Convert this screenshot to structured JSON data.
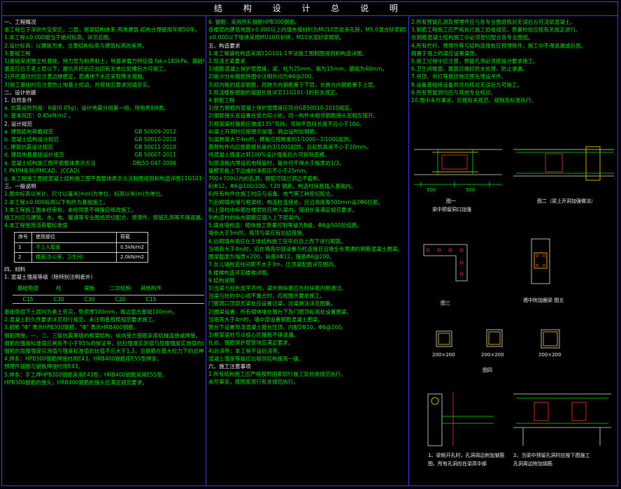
{
  "title": "结 构 设 计 总 说 明",
  "col1": [
    {
      "t": "h",
      "text": "一、工程概况"
    },
    {
      "t": "g",
      "text": "  本工程位于深圳市宝安区，二层，框架结构体系 丙类建筑 结构合理使用年限50年。"
    },
    {
      "t": "g",
      "text": "  1.本工程±0.000相当于绝对标高，详见总图。"
    },
    {
      "t": "g",
      "text": "  2.设计标高：以建施为准，注意结构标高与建筑标高的差异。"
    },
    {
      "t": "g",
      "text": "  3.基础工程"
    },
    {
      "t": "g",
      "text": "    1)基础采用独立柱基础，持力层为粉质粘土，地基承载力特征值 fak=180kPa，基础埋深详见基础图。"
    },
    {
      "t": "g",
      "text": "      基底应位于老土层以下，基坑开挖后应会同有关单位验槽后方可施工。"
    },
    {
      "t": "g",
      "text": "    2)开挖基坑时应注意边坡稳定，若遇地下水应采取降水措施。"
    },
    {
      "t": "g",
      "text": "    3)施工基础时应注意防止地基土扰动，并按规范要求回填夯实。"
    },
    {
      "t": "h",
      "text": "二、设计依据"
    },
    {
      "t": "w",
      "text": "  1. 自然条件"
    },
    {
      "t": "g",
      "text": "    a. 抗震设防烈度：6度(0.05g)，设计地震分组第一组，场地类别Ⅱ类。"
    },
    {
      "t": "g",
      "text": "    b. 基本风压：0.45kN/m2 。"
    },
    {
      "t": "w",
      "text": "  2. 设计规范"
    },
    {
      "t": "s",
      "a": "    a. 建筑结构荷载规范",
      "b": "GB 50009-2012"
    },
    {
      "t": "s",
      "a": "    b. 混凝土结构设计规范",
      "b": "GB 50010-2010"
    },
    {
      "t": "s",
      "a": "    c. 建筑抗震设计规范",
      "b": "GB 50011-2010"
    },
    {
      "t": "s",
      "a": "    d. 建筑地基基础设计规范",
      "b": "GB 50007-2011"
    },
    {
      "t": "s",
      "a": "    e. 混凝土结构施工图平面整体表示方法",
      "b": "DBJ50-047-2006"
    },
    {
      "t": "g",
      "text": "    f. PKPM系列(PMCAD、JCCAD)"
    },
    {
      "t": "g",
      "text": "    g. 本工程施工图按混凝土结构施工图平面整体表示方法制图规则和构造详图11G101-1。"
    },
    {
      "t": "h",
      "text": "三、一般说明"
    },
    {
      "t": "g",
      "text": "  1.图中标高以米计，尺寸以毫米(mm)为单位，标高以米(m)为单位。"
    },
    {
      "t": "g",
      "text": "  2.本工程±0.000标高以下构件为基础施工。"
    },
    {
      "t": "g",
      "text": "  3.本工程施工图未经审批，未经同意不得擅自修改施工。"
    },
    {
      "t": "g",
      "text": "    施工时应与建筑、水、电、暖通等专业图纸密切配合，预埋件、预留孔洞等不得遗漏。"
    },
    {
      "t": "g",
      "text": "  4.本工程使用活荷载标准值"
    }
  ],
  "load_table": {
    "header": [
      "序号",
      "使用部位",
      "荷载"
    ],
    "rows": [
      [
        "1",
        "不上人屋面",
        "0.5kN/m2"
      ],
      [
        "2",
        "楼面(办公室、卫生间)",
        "2.0kN/m2"
      ]
    ]
  },
  "col1b": [
    {
      "t": "h",
      "text": "四、材料"
    },
    {
      "t": "w",
      "text": "  1. 混凝土强度等级（除特别注明者外）"
    }
  ],
  "material": {
    "labels": [
      "基础垫层",
      "柱",
      "梁板",
      "二次结构",
      "其他构件"
    ],
    "values": [
      "C15",
      "C30",
      "C30",
      "C20",
      "C15"
    ]
  },
  "col1c": [
    {
      "t": "g",
      "text": "  基础垫层下土层均为素土夯实，垫层厚100mm，每边宽出基础100mm。"
    },
    {
      "t": "g",
      "text": "  2.混凝土耐久性要求详见现行规范，未注明者按照规范要求施工。"
    },
    {
      "t": "g",
      "text": "  3.钢筋 \"Φ\" 表示HPB300钢筋，\"Φ\" 表示HRB400钢筋。"
    },
    {
      "t": "g",
      "text": "  钢筋焊接，一、二、三级抗震等级的框架结构，纵向受力钢筋采用机械连接或焊接。"
    },
    {
      "t": "g",
      "text": "  钢筋的强度标准值应具有不小于95%的保证率，抗拉强度实测值与屈服强度实测值的比值不应小于1.25。"
    },
    {
      "t": "g",
      "text": "  钢筋的屈服强度实测值与强度标准值的比值不应大于1.3，且钢筋在最大拉力下的总伸长率实测值不应小于9%。"
    },
    {
      "t": "g",
      "text": "  4.焊条：HPB300钢筋焊接时用E43，HRB400钢筋用E55型焊条。"
    },
    {
      "t": "g",
      "text": "  预埋件锚筋与钢板焊接时用E43。"
    },
    {
      "t": "g",
      "text": "  5.焊条：手工焊HPB300钢筋采用E43型，HRB400钢筋采用E55型。"
    },
    {
      "t": "g",
      "text": "    HPB300钢筋的接头，HRB400钢筋的接头应满足规范要求。"
    }
  ],
  "col2": [
    {
      "t": "g",
      "text": "6. 钢筋：采用热轧钢筋HPB300钢筋。"
    },
    {
      "t": "g",
      "text": "  各楼层的建筑地面±0.000以上的填充墙材料为MU10页岩多孔砖，M5.0混合砂浆砌筑。"
    },
    {
      "t": "g",
      "text": "  ±0.000以下墙体采用MU10灰砂砖，M10水泥砂浆砌筑。"
    },
    {
      "t": "h",
      "text": "五、构造要求"
    },
    {
      "t": "g",
      "text": "  1.本工程梁柱构造采用11G101-1平法施工图制图规则和构造详图。"
    },
    {
      "t": "g",
      "text": "  2.现浇主梁要求"
    },
    {
      "t": "g",
      "text": "    1)钢筋混凝土保护层厚度，梁、柱为25mm，板为15mm，基础为40mm。"
    },
    {
      "t": "g",
      "text": "    2)板中分布钢筋除图中注明外均为Φ6@200。"
    },
    {
      "t": "g",
      "text": "    3)双向板的底部钢筋，短跨方向钢筋置于下层，长跨方向钢筋置于上层。"
    },
    {
      "t": "g",
      "text": "  3.现浇楼板钢筋的锚固长度详见11G101-1的有关规定。"
    },
    {
      "t": "g",
      "text": "  4.钢筋工程"
    },
    {
      "t": "g",
      "text": "    1)受力钢筋的混凝土保护层厚度应符合GB50010-2010规定。"
    },
    {
      "t": "g",
      "text": "    2)钢筋接头宜设置在受力较小处，同一构件中相邻钢筋接头宜相互错开。"
    },
    {
      "t": "g",
      "text": "    3)框架梁柱箍筋应做成135°弯钩，弯钩平直段长度不应小于10d。"
    },
    {
      "t": "g",
      "text": "    4)梁上开洞时应按图示加强，洞边设附加钢筋。"
    },
    {
      "t": "g",
      "text": "    5)梁跨度大于4m时，模板应按跨度的1/1000~3/1000起拱。"
    },
    {
      "t": "g",
      "text": "      悬臂构件均应按悬臂长度的3/1000起拱，且起拱高度不小于20mm。"
    },
    {
      "t": "g",
      "text": "      待混凝土强度达到100%设计强度后方可拆除底模。"
    },
    {
      "t": "g",
      "text": "    5)现浇板内埋设机电暗管时，管外径不得大于板厚的1/3。"
    },
    {
      "t": "g",
      "text": "      管壁至板上下边缘的净距应不小于25mm。"
    },
    {
      "t": "g",
      "text": "      700×700以内的孔洞，钢筋可绕过洞边不截断。"
    },
    {
      "t": "g",
      "text": "    6)Φ12，Φ6@100/200，f.20 钢筋，构造柱纵筋插入基础内。"
    },
    {
      "t": "g",
      "text": "    6)所有构件在施工时应与设备、电气等工种密切配合。"
    },
    {
      "t": "g",
      "text": "    7)后砌填充墙与框架柱、构造柱连接处，应沿高度每500mm设2Φ6拉筋。"
    },
    {
      "t": "g",
      "text": "    8)上部柱中纵筋在楼层处应伸入梁内，锚固长度满足规范要求。"
    },
    {
      "t": "g",
      "text": "    9)构造柱的纵向钢筋应锚入上下层梁内。"
    },
    {
      "t": "g",
      "text": "  5.填充墙构造：砌体施工质量控制等级为B级，Φ6@500拉结筋。"
    },
    {
      "t": "g",
      "text": "    墙长大于5m时，墙顶与梁应有拉结措施。"
    },
    {
      "t": "g",
      "text": "  6.后砌填充墙应在主体结构施工完毕后自上而下进行砌筑。"
    },
    {
      "t": "g",
      "text": "    当墙高大于4m时，应在墙高中部设置与柱连接且沿墙全长贯通的钢筋混凝土圈梁。"
    },
    {
      "t": "g",
      "text": "    圈梁截面为墙厚×200，纵筋4Φ12，箍筋Φ6@200。"
    },
    {
      "t": "g",
      "text": "  7.女儿墙构造柱间距不大于3m，压顶梁配筋详见图四。"
    },
    {
      "t": "g",
      "text": "  8.楼梯构造详见楼梯详图。"
    },
    {
      "t": "g",
      "text": "  9.结构说明"
    },
    {
      "t": "g",
      "text": "    1)当梁与柱外皮平齐时，梁外侧纵筋应在柱纵筋内侧通过。"
    },
    {
      "t": "g",
      "text": "      当梁与柱的中心线不重合时，应按图示要求施工。"
    },
    {
      "t": "g",
      "text": "      门窗洞口顶部无梁处应设置过梁，过梁做法详见图集。"
    },
    {
      "t": "g",
      "text": "    2)圈梁设置：所有砌体墙在窗台下及门窗顶标高处设置圈梁。"
    },
    {
      "t": "g",
      "text": "      当墙高大于4m时，墙中部设置钢筋混凝土圈梁。"
    },
    {
      "t": "g",
      "text": "      窗台下设置现浇混凝土窗台压顶，内配2Φ10，Φ6@200。"
    },
    {
      "t": "g",
      "text": "    3)框架梁柱节点核心区箍筋不得遗漏。"
    },
    {
      "t": "g",
      "text": "      扎丝、钢筋保护层垫块应满足要求。"
    },
    {
      "t": "g",
      "text": "    4)后浇带：本工程不设后浇带。"
    },
    {
      "t": "g",
      "text": "      混凝土强度等级应比相邻结构提高一级。"
    },
    {
      "t": "h",
      "text": "六、施工注意事项"
    },
    {
      "t": "g",
      "text": "  1.所有结构施工应严格按照国家现行施工及验收规范执行。"
    },
    {
      "t": "g",
      "text": "    未尽事宜，按国家现行有关规范执行。"
    }
  ],
  "col3": [
    {
      "t": "g",
      "text": "2.所有预留孔洞及预埋件应与各专业图纸核对无误后方可浇筑混凝土。"
    },
    {
      "t": "g",
      "text": "3.钢筋工程施工应严格执行施工验收规范，质量检验应按有关规定进行。"
    },
    {
      "t": "g",
      "text": "  在钢筋混凝土结构施工中必须密切配合各专业图纸。"
    },
    {
      "t": "g",
      "text": "4.所有栏杆、预埋件等与结构连接处应预埋铁件，施工中不得遗漏或后凿。"
    },
    {
      "t": "g",
      "text": "  搁置于墙上的梁应设置梁垫。"
    },
    {
      "t": "g",
      "text": "5.施工过程中应注意，预留孔洞必须按设计要求施工。"
    },
    {
      "t": "g",
      "text": "6.卫生间楼面、屋面应做好防水处理，防止渗漏。"
    },
    {
      "t": "g",
      "text": "7.吊顶、吊灯等悬挂物应预先埋设吊件。"
    },
    {
      "t": "g",
      "text": "8.设备基础待设备到货后核对无误后方可施工。"
    },
    {
      "t": "g",
      "text": "9.所有预留洞均应与其他专业核对。"
    },
    {
      "t": "g",
      "text": "10.图中未尽事宜，应按有关规范、规程及标准执行。"
    }
  ],
  "drawing_labels": {
    "fig1": "图一",
    "fig1_sub": "梁中预留洞口加强",
    "fig2": "图二（梁上开洞加强做法）",
    "fig3": "图三",
    "fig4": "墙中附加圈梁  图五",
    "fig5": "图四",
    "fig6a": "1、梁侧开孔时，孔洞周边附加钢筋",
    "fig6b": "图、所有孔洞应在梁高中部",
    "fig7a": "2、当梁中预留孔洞时应按下图施工",
    "fig7b": "孔洞周边附加钢筋",
    "dim1": "500",
    "dim2": "500",
    "sect1": "200×200",
    "sect2": "200×200",
    "sect3": "200×200"
  }
}
